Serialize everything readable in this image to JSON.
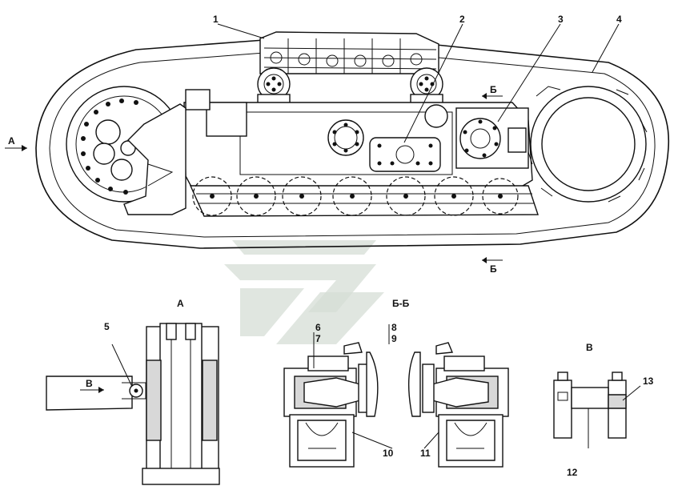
{
  "views": {
    "main": "",
    "view_a": "А",
    "section_bb": "Б-Б",
    "view_v": "В"
  },
  "markers": {
    "arrow_a": "А",
    "arrow_b_top": "Б",
    "arrow_b_bottom": "Б",
    "arrow_v": "В"
  },
  "callouts": [
    "1",
    "2",
    "3",
    "4",
    "5",
    "6",
    "7",
    "8",
    "9",
    "10",
    "11",
    "12",
    "13"
  ],
  "colors": {
    "line": "#111111",
    "hatch": "#d8d8d8",
    "watermark": "#d6ddd6"
  }
}
